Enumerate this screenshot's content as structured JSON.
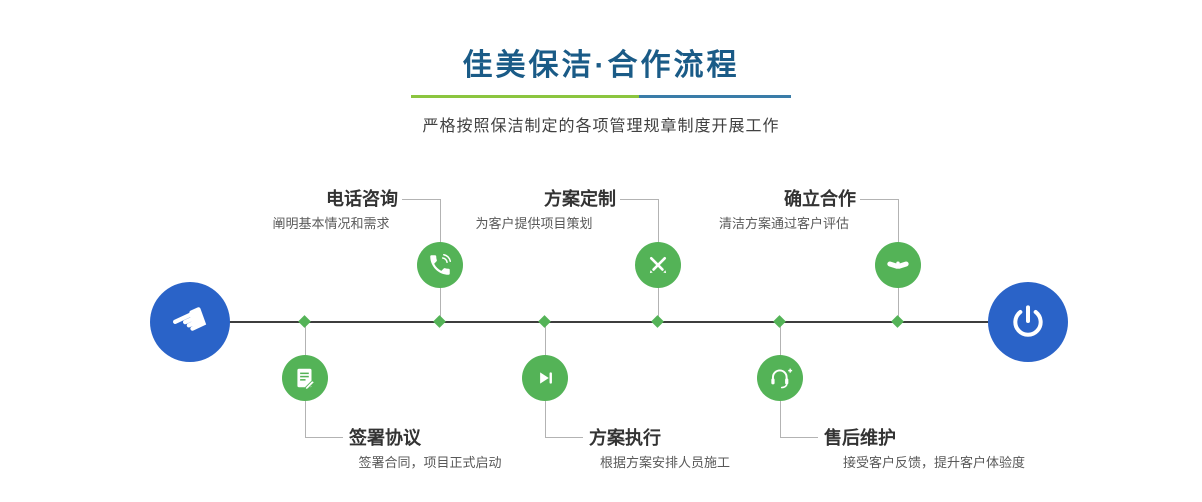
{
  "header": {
    "title": "佳美保洁·合作流程",
    "subtitle": "严格按照保洁制定的各项管理规章制度开展工作"
  },
  "flow": {
    "start": {
      "icon": "pointer-hand-icon",
      "glyph": "☚"
    },
    "end": {
      "icon": "power-icon"
    },
    "steps": [
      {
        "title": "电话咨询",
        "desc": "阐明基本情况和需求",
        "icon": "phone-icon",
        "position": "top"
      },
      {
        "title": "方案定制",
        "desc": "为客户提供项目策划",
        "icon": "crossed-pens-icon",
        "position": "top"
      },
      {
        "title": "确立合作",
        "desc": "清洁方案通过客户评估",
        "icon": "handshake-icon",
        "position": "top"
      },
      {
        "title": "签署协议",
        "desc": "签署合同，项目正式启动",
        "icon": "contract-icon",
        "position": "bottom"
      },
      {
        "title": "方案执行",
        "desc": "根据方案安排人员施工",
        "icon": "play-icon",
        "position": "bottom"
      },
      {
        "title": "售后维护",
        "desc": "接受客户反馈，提升客户体验度",
        "icon": "headset-icon",
        "position": "bottom"
      }
    ]
  },
  "colors": {
    "title_blue": "#1a5b87",
    "accent_green": "#54b357",
    "node_blue": "#2a63c8",
    "divider_green": "#8bc53f",
    "divider_blue": "#3a7ca8",
    "timeline": "#3d3d3d"
  }
}
